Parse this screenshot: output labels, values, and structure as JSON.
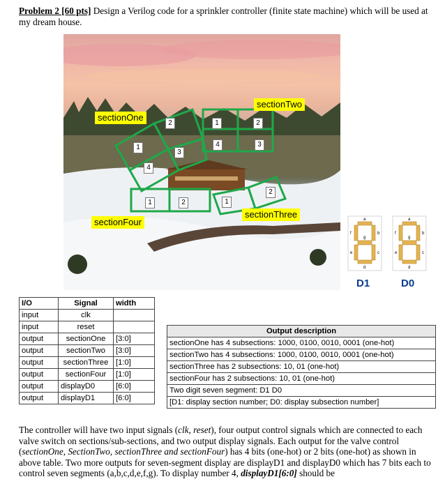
{
  "intro": {
    "problem_label": "Problem 2 [60 pts]",
    "text": " Design a Verilog code for a sprinkler controller (finite state machine) which will be used at my dream house."
  },
  "photo": {
    "labels": {
      "section_one": "sectionOne",
      "section_two": "sectionTwo",
      "section_three": "sectionThree",
      "section_four": "sectionFour"
    },
    "subsection_numbers": [
      "2",
      "1",
      "3",
      "4",
      "1",
      "2",
      "4",
      "3",
      "1",
      "2",
      "1",
      "2"
    ],
    "zone_color": "#1fa84a",
    "label_color": "#ffff00"
  },
  "seven_segment": {
    "segment_color": "#e3b352",
    "letters": [
      "a",
      "b",
      "c",
      "d",
      "e",
      "f",
      "g"
    ],
    "displays": [
      "D1",
      "D0"
    ]
  },
  "io_table": {
    "headers": [
      "I/O",
      "Signal",
      "width"
    ],
    "rows": [
      [
        "input",
        "clk",
        ""
      ],
      [
        "input",
        "reset",
        ""
      ],
      [
        "output",
        "sectionOne",
        "[3:0]"
      ],
      [
        "output",
        "sectionTwo",
        "[3:0]"
      ],
      [
        "output",
        "sectionThree",
        "[1:0]"
      ],
      [
        "output",
        "sectionFour",
        "[1:0]"
      ],
      [
        "output",
        "displayD0",
        "[6:0]"
      ],
      [
        "output",
        "displayD1",
        "[6:0]"
      ]
    ]
  },
  "output_table": {
    "header": "Output description",
    "rows": [
      "sectionOne has 4 subsections:  1000, 0100, 0010, 0001 (one-hot)",
      "sectionTwo has 4 subsections:  1000, 0100, 0010, 0001 (one-hot)",
      "sectionThree has 2 subsections:  10, 01 (one-hot)",
      "sectionFour  has 2 subsections:  10, 01 (one-hot)",
      "Two digit seven segment:  D1 D0",
      "[D1: display section number; D0: display subsection number]"
    ]
  },
  "paragraph": {
    "p1": "The controller will have two input signals (",
    "clk": "clk",
    "comma": ", ",
    "reset": "reset",
    "p2": "), four output control signals which are connected to each valve switch on sections/sub-sections, and two output display signals. Each output for the valve control (",
    "names": "sectionOne, SectionTwo, sectionThree and sectionFour",
    "p3": ") has 4 bits (one-hot) or 2 bits (one-hot) as shown in above table. Two more outputs for seven-segment display are displayD1 and displayD0 which has 7 bits each to control seven segments (a,b,c,d,e,f,g). To display number 4, ",
    "signal": "displayD1[6:0]",
    "p4": " should be"
  }
}
